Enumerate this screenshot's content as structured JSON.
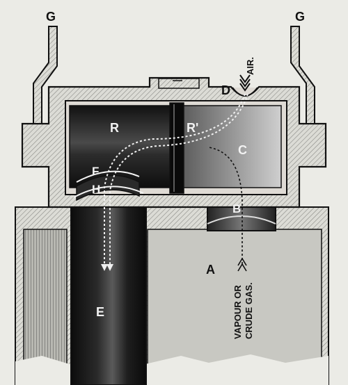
{
  "diagram": {
    "labels": {
      "G_left": "G",
      "G_right": "G",
      "air": "AIR.",
      "D": "D",
      "R": "R",
      "R_prime": "R'",
      "C": "C",
      "F": "F",
      "H": "H",
      "B": "B",
      "A": "A",
      "E": "E",
      "vapour_line1": "VAPOUR OR",
      "vapour_line2": "CRUDE GAS."
    },
    "colors": {
      "ink": "#111111",
      "paper": "#ebebe6",
      "metal": "#c9c9c4",
      "chamber_dark": "#1a1a1a"
    }
  }
}
